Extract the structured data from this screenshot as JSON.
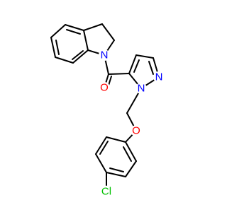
{
  "molecule": {
    "atoms": {
      "N_indoline": "N",
      "O_carbonyl": "O",
      "N_pyrazole_1": "N",
      "N_pyrazole_2": "N",
      "O_ether": "O",
      "Cl": "Cl"
    },
    "colors": {
      "N": "#0000ff",
      "O": "#ff0000",
      "Cl": "#00c000",
      "bond": "#000000"
    }
  }
}
